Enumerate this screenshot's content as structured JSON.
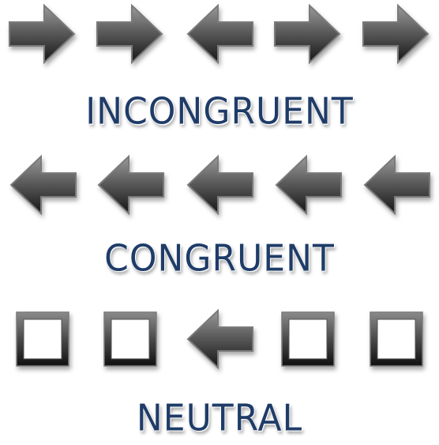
{
  "colors": {
    "arrow_light": "#8d8d8d",
    "arrow_dark": "#1c1c1c",
    "outline": "#7a7a7a",
    "label": "#1f3c68"
  },
  "rows": [
    {
      "label": "INCONGRUENT",
      "stimuli": [
        "right-arrow",
        "right-arrow",
        "left-arrow",
        "right-arrow",
        "right-arrow"
      ]
    },
    {
      "label": "CONGRUENT",
      "stimuli": [
        "left-arrow",
        "left-arrow",
        "left-arrow",
        "left-arrow",
        "left-arrow"
      ]
    },
    {
      "label": "NEUTRAL",
      "stimuli": [
        "square",
        "square",
        "left-arrow",
        "square",
        "square"
      ]
    }
  ]
}
